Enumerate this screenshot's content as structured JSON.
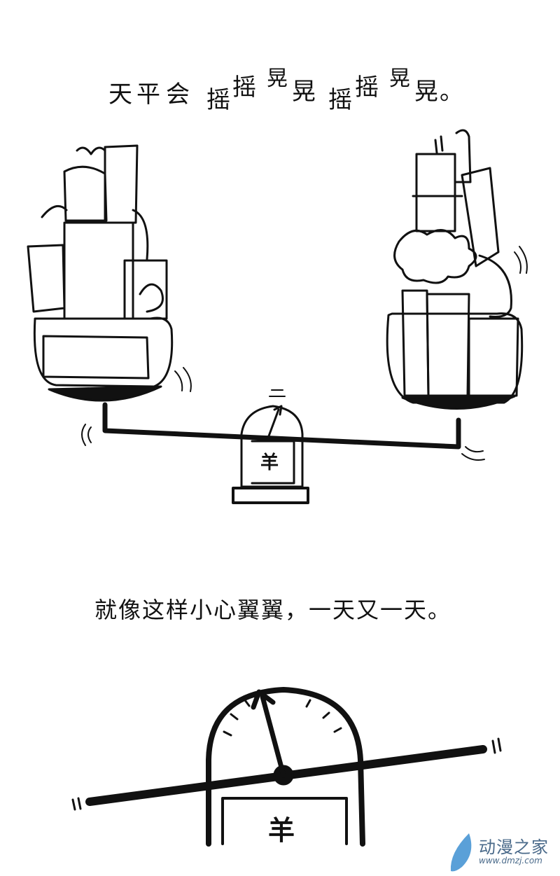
{
  "caption_top": {
    "chars": [
      "天",
      "平",
      "会",
      "摇",
      "摇",
      "晃",
      "晃",
      "摇",
      "摇",
      "晃",
      "晃",
      "。"
    ]
  },
  "caption_bottom": "就像这样小心翼翼，一天又一天。",
  "scale_symbol": "羊",
  "watermark": {
    "title": "动漫之家",
    "url": "www.dmzj.com",
    "color": "#5aa0d8"
  }
}
